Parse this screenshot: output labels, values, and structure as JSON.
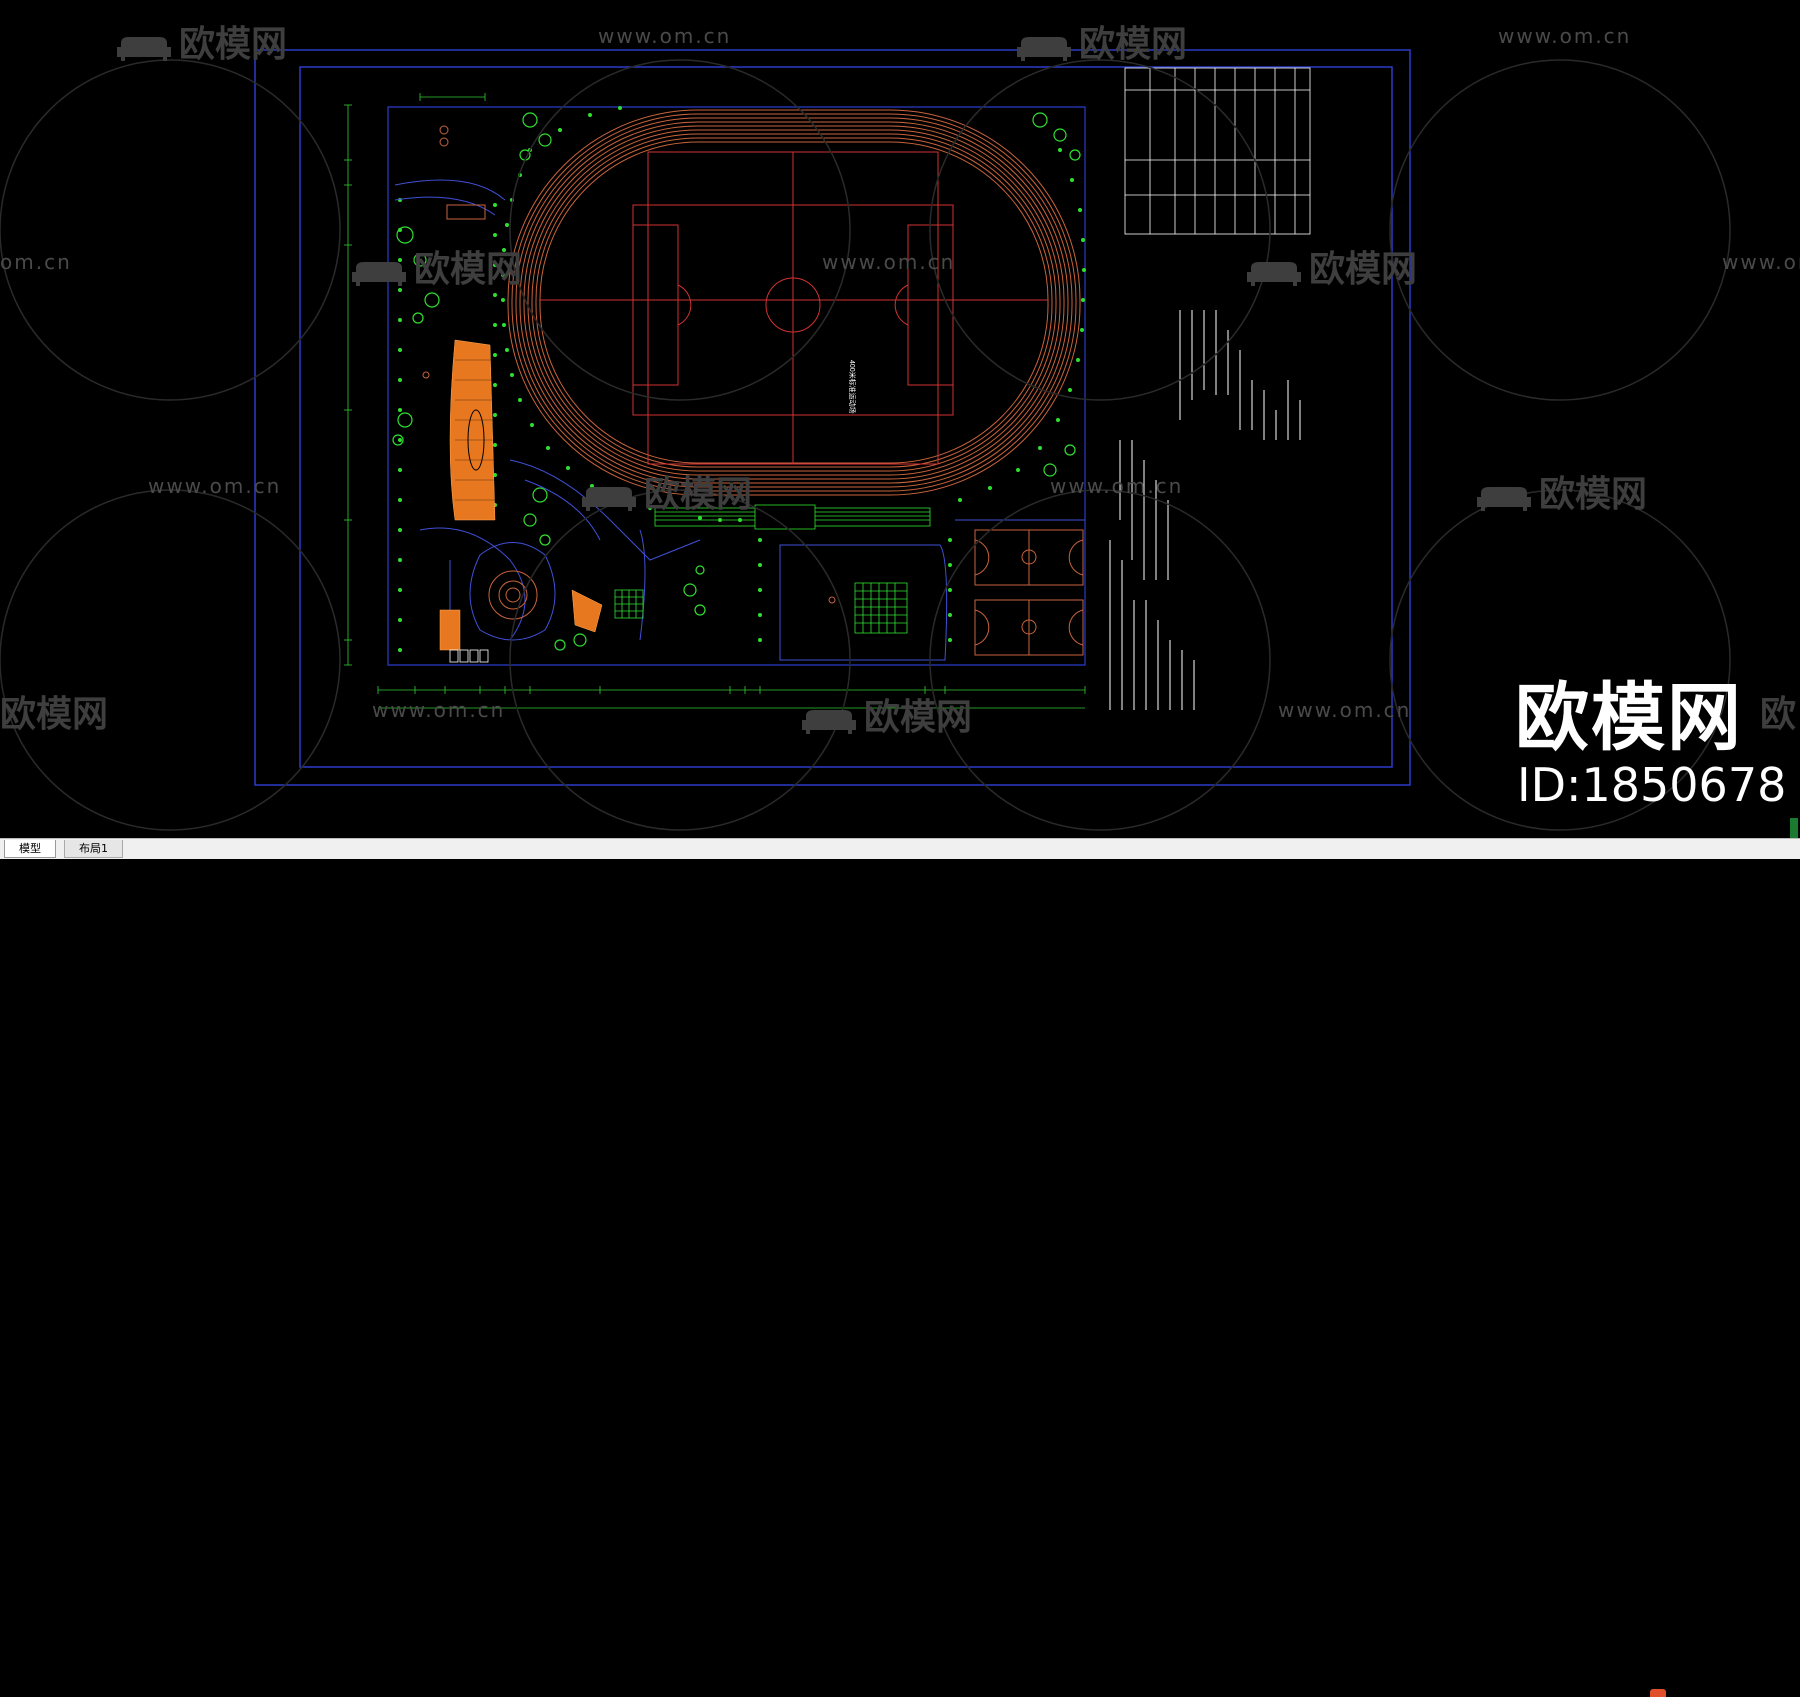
{
  "tabs": [
    {
      "label": "模型",
      "active": true
    },
    {
      "label": "布局1",
      "active": false
    }
  ],
  "watermark": {
    "url": "www.om.cn",
    "logo": "欧模网",
    "url_partial_left": "om.cn",
    "logo_partial_left": "欧模网",
    "url_partial_right": "www.om.c",
    "logo_partial_right": "欧"
  },
  "brand": {
    "name": "欧模网",
    "id": "ID:1850678"
  },
  "colors": {
    "background": "#000000",
    "frame": "#2a3cc8",
    "track": "#c8643c",
    "field": "#d23232",
    "tree": "#30e030",
    "path": "#4050d8",
    "plaza": "#e87820",
    "table": "#ffffff",
    "dimension": "#33cc33"
  }
}
